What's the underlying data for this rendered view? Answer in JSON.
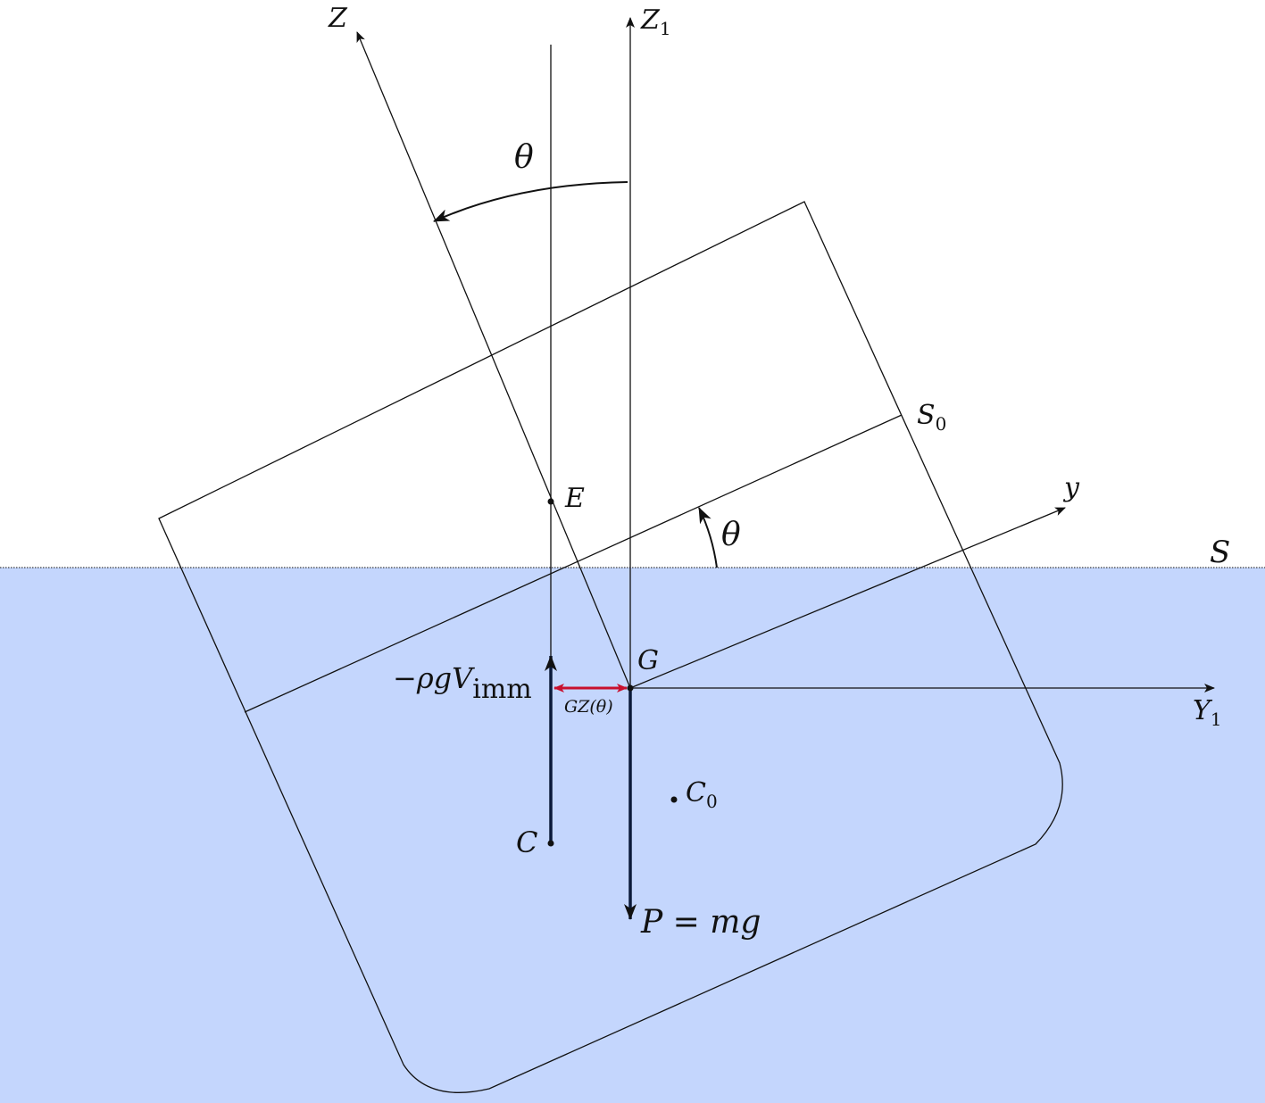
{
  "colors": {
    "water": "#c4d6fd",
    "line": "#111111",
    "force": "#0b1a3a",
    "gz_arrow": "#c8102e"
  },
  "labels": {
    "axis_Z": "Z",
    "axis_Z1": "Z",
    "axis_Z1_sub": "1",
    "axis_y": "y",
    "axis_Y1": "Y",
    "axis_Y1_sub": "1",
    "theta_top": "θ",
    "theta_waterline": "θ",
    "surface_S": "S",
    "waterline_S0": "S",
    "waterline_S0_sub": "0",
    "point_E": "E",
    "point_G": "G",
    "point_C": "C",
    "point_C0": "C",
    "point_C0_sub": "0",
    "buoyancy_force": "−ρgV",
    "buoyancy_sub": "imm",
    "gz_label": "GZ(θ)",
    "weight_force": "P = mg"
  }
}
